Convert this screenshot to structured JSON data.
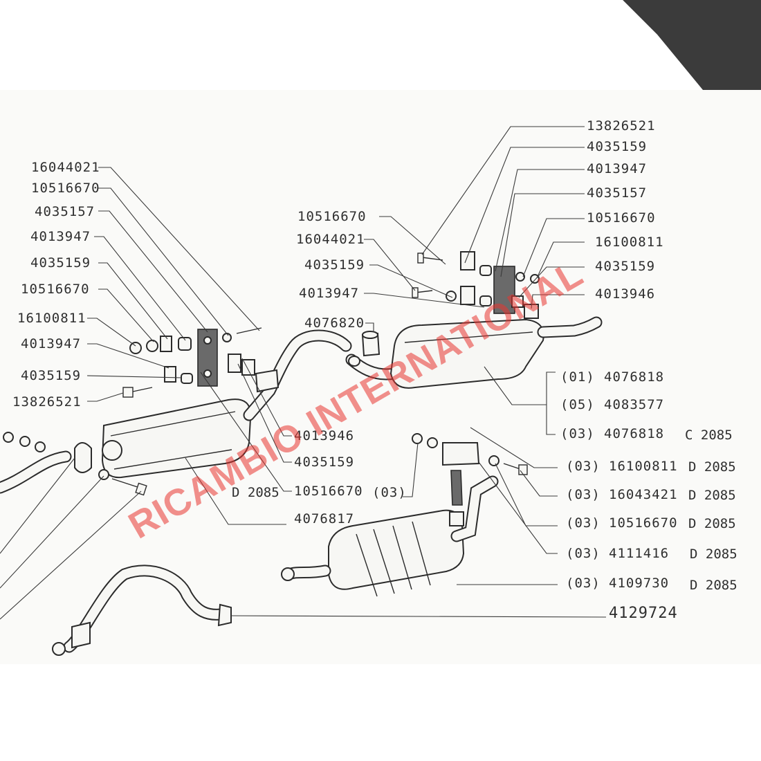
{
  "watermark": "RICAMBIO INTERNATIONAL",
  "colors": {
    "paper": "#f7f7f4",
    "ink": "#2e2e2e",
    "page_edge": "#3b3b3b",
    "watermark": "#e8352f"
  },
  "left_group": [
    "16044021",
    "10516670",
    "4035157",
    "4013947",
    "4035159",
    "10516670",
    "16100811",
    "4013947",
    "4035159",
    "13826521"
  ],
  "center_group": [
    "10516670",
    "16044021",
    "4035159",
    "4013947",
    "4076820"
  ],
  "mid_lower_labels": {
    "p1": "4013946",
    "p2": "4035159",
    "p3": "10516670",
    "p3_code": "D 2085",
    "p4": "4076817",
    "p5_variant": "(03)"
  },
  "right_top_group": [
    "13826521",
    "4035159",
    "4013947",
    "4035157",
    "10516670",
    "16100811",
    "4035159",
    "4013946"
  ],
  "variants_rows": [
    {
      "variant": "(01)",
      "part": "4076818",
      "code": ""
    },
    {
      "variant": "(05)",
      "part": "4083577",
      "code": ""
    },
    {
      "variant": "(03)",
      "part": "4076818",
      "code": "C 2085"
    }
  ],
  "lower_right_rows": [
    {
      "variant": "(03)",
      "part": "16100811",
      "code": "D 2085"
    },
    {
      "variant": "(03)",
      "part": "16043421",
      "code": "D 2085"
    },
    {
      "variant": "(03)",
      "part": "10516670",
      "code": "D 2085"
    },
    {
      "variant": "(03)",
      "part": "4111416",
      "code": "D 2085"
    },
    {
      "variant": "(03)",
      "part": "4109730",
      "code": "D 2085"
    }
  ],
  "front_pipe_part": "4129724"
}
